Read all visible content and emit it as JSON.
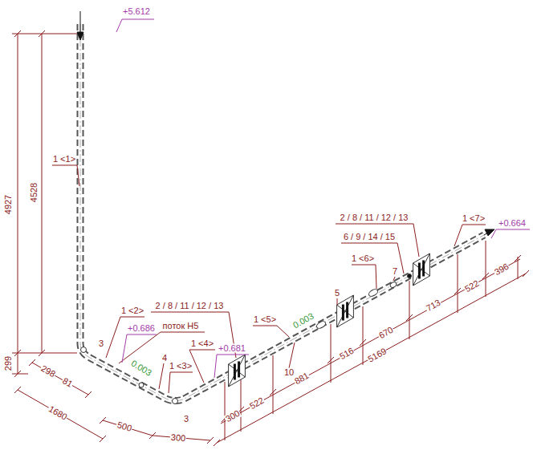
{
  "diagram": {
    "labels": [
      "+5.612",
      "4927",
      "4528",
      "1 <1>",
      "3",
      "1 <2>",
      "2 / 8 / 11 / 12 / 13",
      "+0.686",
      "поток Н5",
      "4",
      "0.003",
      "1 <4>",
      "+0.681",
      "1 <3>",
      "3",
      "299",
      "298",
      "81",
      "1680",
      "500",
      "300",
      "300",
      "522",
      "1 <5>",
      "10",
      "0.003",
      "881",
      "5",
      "1 <6>",
      "7",
      "516",
      "670",
      "713",
      "2 / 8 / 11 / 12 / 13",
      "6 / 9 / 14 / 15",
      "1 <7>",
      "+0.664",
      "522",
      "396",
      "5169"
    ]
  }
}
